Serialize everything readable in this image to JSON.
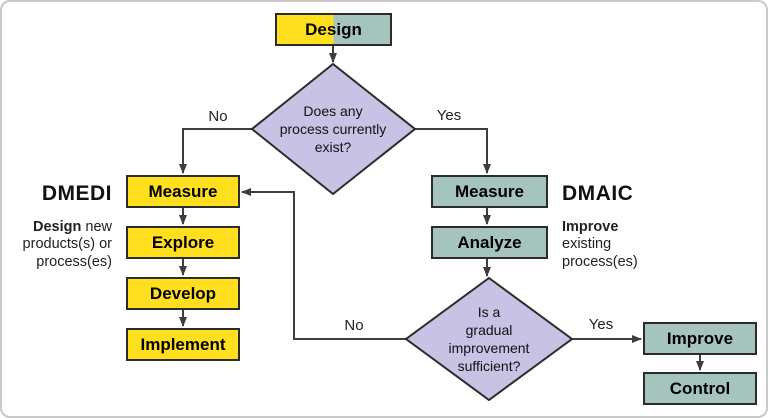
{
  "colors": {
    "yellow": "#FFDF1E",
    "teal": "#A6C4BE",
    "lavender": "#C8C2E4",
    "box-border": "#2b2b2b",
    "line": "#3e3e3e"
  },
  "flow": {
    "design_label": "Design",
    "decision_top": "Does any\nprocess currently\nexist?",
    "decision_bottom": "Is a\ngradual\nimprovement\nsufficient?",
    "edge_labels": {
      "no_top": "No",
      "yes_top": "Yes",
      "no_bottom": "No",
      "yes_bottom": "Yes"
    },
    "dmedi_steps": [
      "Measure",
      "Explore",
      "Develop",
      "Implement"
    ],
    "dmaic_steps": [
      "Measure",
      "Analyze"
    ],
    "result_steps": [
      "Improve",
      "Control"
    ]
  },
  "legend": {
    "dmedi_title": "DMEDI",
    "dmedi_keyword": "Design",
    "dmedi_rest": " new\nproducts(s) or\nprocess(es)",
    "dmaic_title": "DMAIC",
    "dmaic_keyword": "Improve",
    "dmaic_rest": "existing\nprocess(es)"
  }
}
